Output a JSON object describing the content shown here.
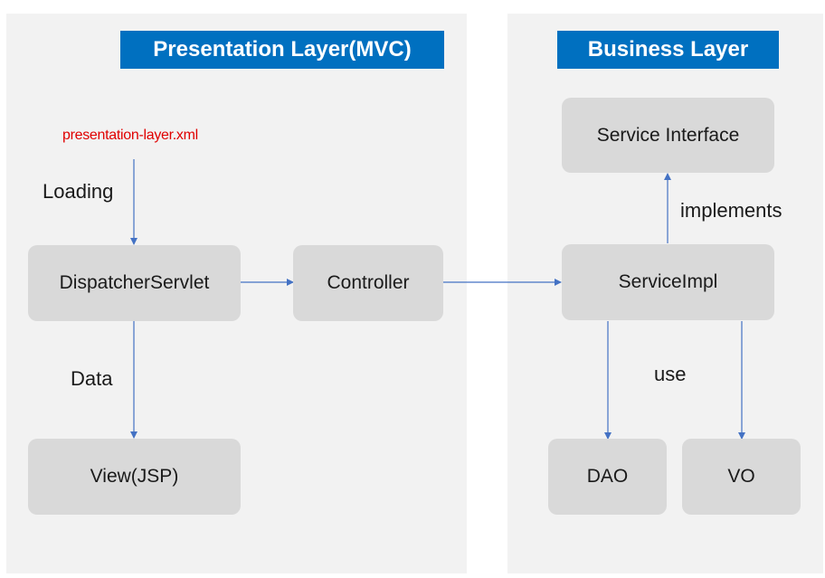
{
  "presentation_layer": {
    "title": "Presentation Layer(MVC)",
    "config_file": "presentation-layer.xml",
    "loading_label": "Loading",
    "data_label": "Data",
    "nodes": {
      "dispatcher": "DispatcherServlet",
      "controller": "Controller",
      "view": "View(JSP)"
    }
  },
  "business_layer": {
    "title": "Business Layer",
    "implements_label": "implements",
    "use_label": "use",
    "nodes": {
      "service_interface": "Service Interface",
      "service_impl": "ServiceImpl",
      "dao": "DAO",
      "vo": "VO"
    }
  },
  "colors": {
    "panel_background": "#f2f2f2",
    "title_background": "#0070c0",
    "title_text": "#ffffff",
    "node_background": "#d9d9d9",
    "config_text": "#e00000",
    "arrow": "#4472c4"
  }
}
